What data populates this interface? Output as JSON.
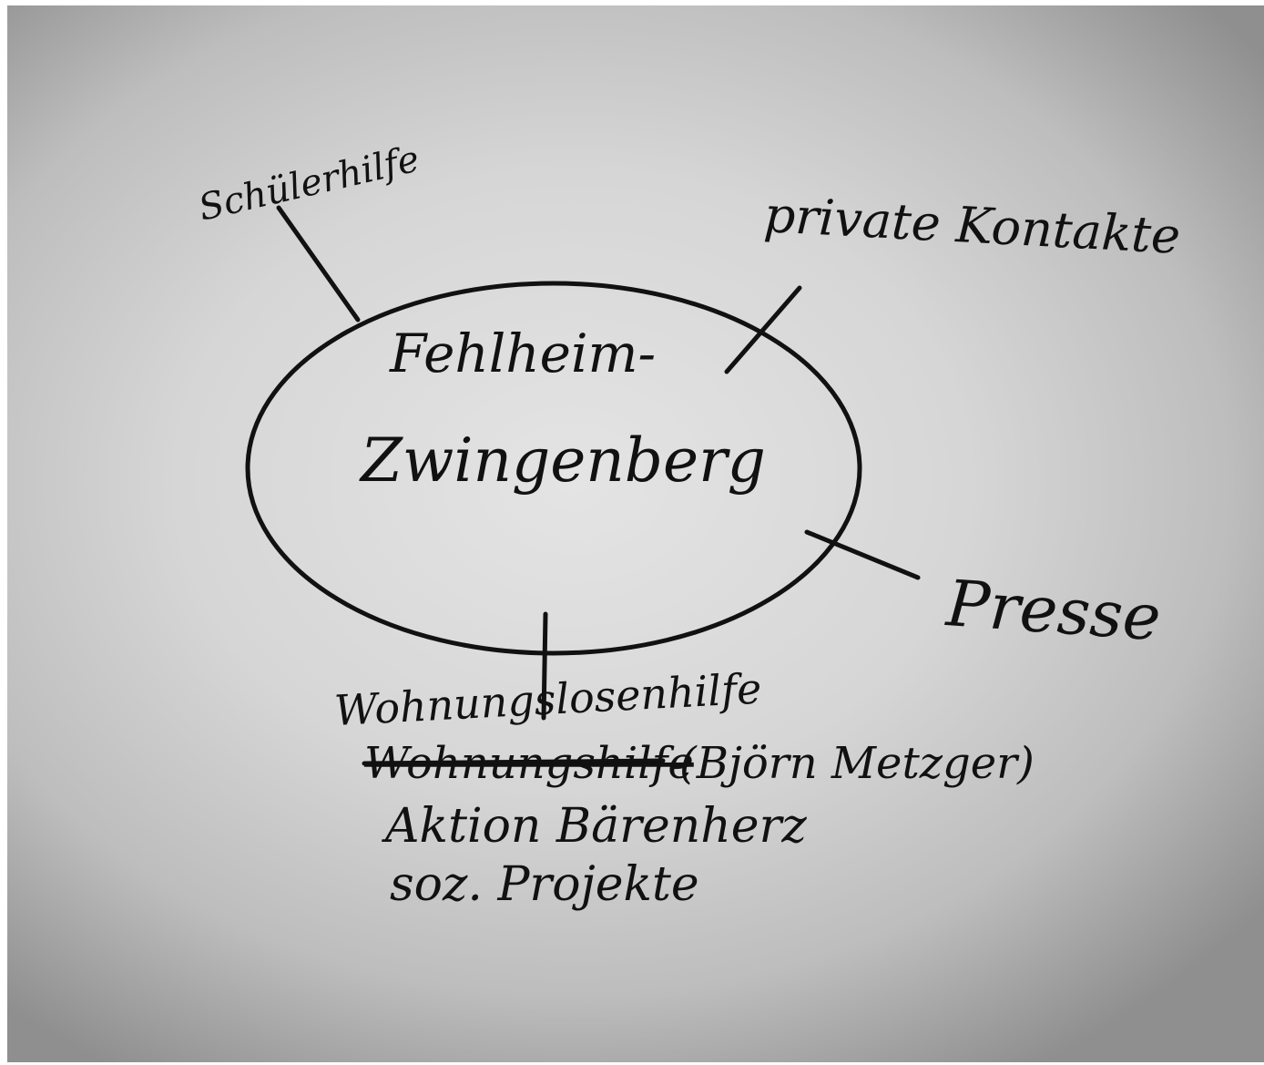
{
  "diagram": {
    "center": {
      "line1": "Fehlheim-",
      "line2": "Zwingenberg"
    },
    "branches": {
      "top_left": "Schülerhilfe",
      "top_right": "private Kontakte",
      "right": "Presse",
      "bottom": {
        "line1": "Wohnungslosenhilfe",
        "line2_struck": "Wohnungshilfe",
        "line2_rest": "(Björn Metzger)",
        "line3": "Aktion Bärenherz",
        "line4": "soz. Projekte"
      }
    }
  },
  "colors": {
    "ink": "#111111",
    "paper": "#d6d6d6"
  }
}
